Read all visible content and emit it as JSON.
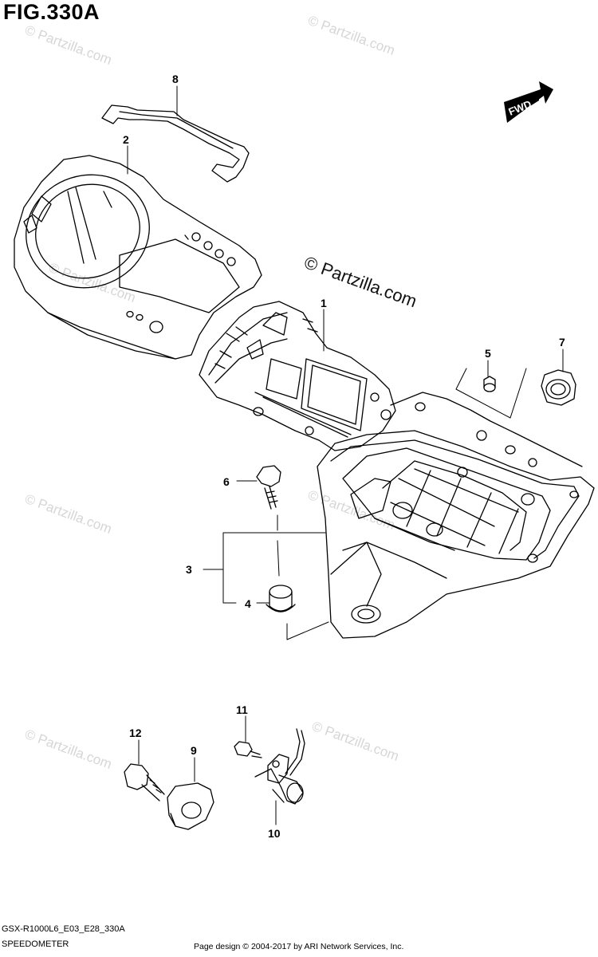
{
  "figure": {
    "title": "FIG.330A",
    "direction_badge": "FWD",
    "watermark": "© Partzilla.com",
    "watermark_main": "© Partzilla.com"
  },
  "callouts": {
    "c1": "1",
    "c2": "2",
    "c3": "3",
    "c4": "4",
    "c5": "5",
    "c6": "6",
    "c7": "7",
    "c8": "8",
    "c9": "9",
    "c10": "10",
    "c11": "11",
    "c12": "12"
  },
  "footer": {
    "model_code": "GSX-R1000L6_E03_E28_330A",
    "section_name": "SPEEDOMETER",
    "credit": "Page design © 2004-2017 by ARI Network Services, Inc."
  }
}
